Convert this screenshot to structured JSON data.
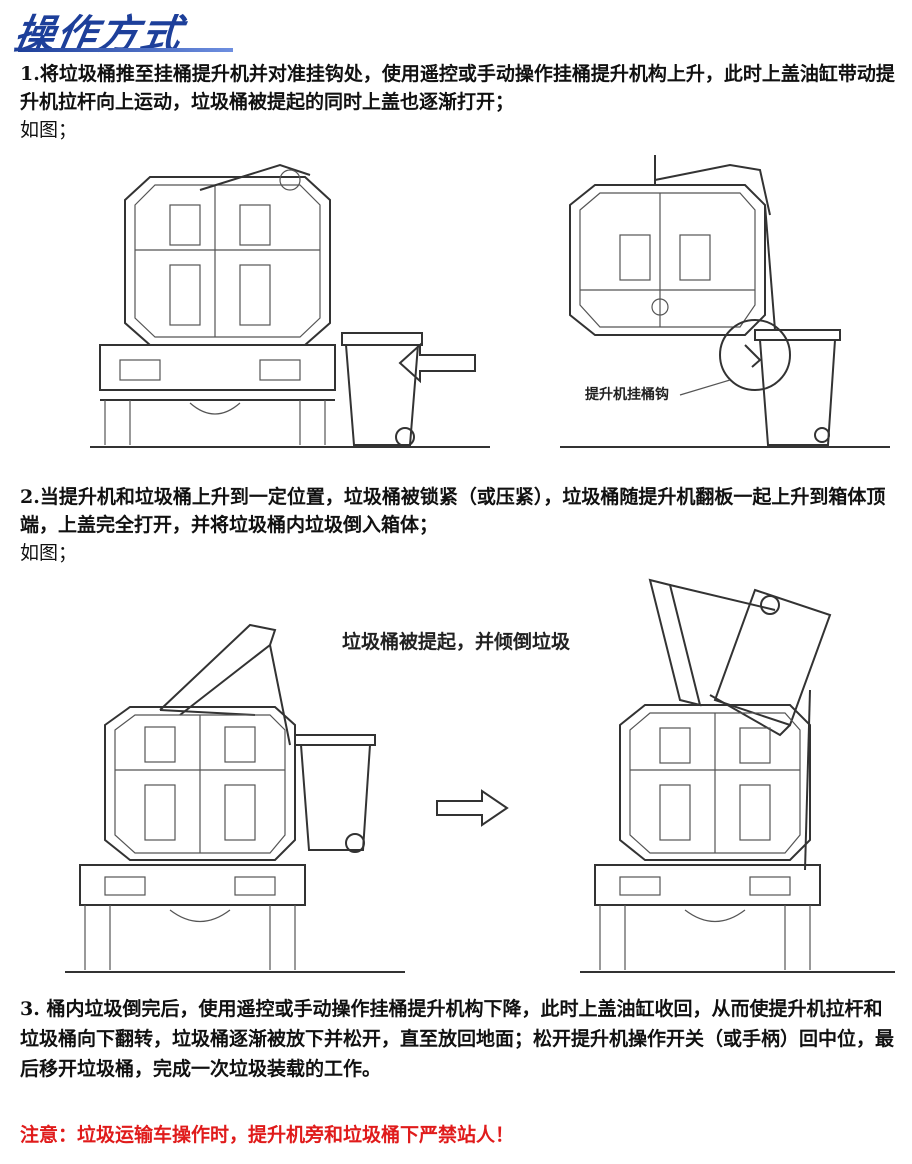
{
  "header": {
    "title": "操作方式"
  },
  "steps": [
    {
      "text": "1.将垃圾桶推至挂桶提升机并对准挂钩处，使用遥控或手动操作挂桶提升机构上升，此时上盖油缸带动提升机拉杆向上运动，垃圾桶被提起的同时上盖也逐渐打开；",
      "figure_label": "如图；"
    },
    {
      "text": "2.当提升机和垃圾桶上升到一定位置，垃圾桶被锁紧（或压紧），垃圾桶随提升机翻板一起上升到箱体顶端，上盖完全打开，并将垃圾桶内垃圾倒入箱体；",
      "figure_label": "如图；"
    },
    {
      "text": "3. 桶内垃圾倒完后，使用遥控或手动操作挂桶提升机构下降，此时上盖油缸收回，从而使提升机拉杆和垃圾桶向下翻转，垃圾桶逐渐被放下并松开，直至放回地面；松开提升机操作开关（或手柄）回中位，最后移开垃圾桶，完成一次垃圾装载的工作。"
    }
  ],
  "figures": {
    "fig1_callout": "提升机挂桶钩",
    "fig2_caption": "垃圾桶被提起，并倾倒垃圾"
  },
  "warning": "注意：垃圾运输车操作时，提升机旁和垃圾桶下严禁站人！",
  "colors": {
    "title": "#1d3f9a",
    "warning": "#e01b1b"
  }
}
